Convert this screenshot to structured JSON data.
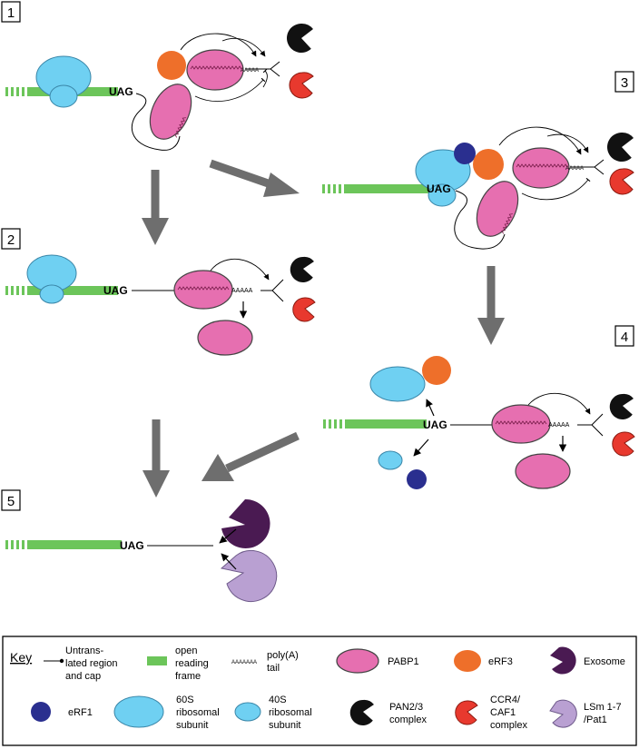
{
  "panels": [
    "1",
    "2",
    "3",
    "4",
    "5"
  ],
  "codon": "UAG",
  "polyA": "AAAAA",
  "colors": {
    "orf": "#6cc55a",
    "ribosome": "#6fd0f2",
    "pabp": "#e66fb0",
    "erf3": "#ee6f2a",
    "erf1": "#2a2f8f",
    "pan": "#111111",
    "ccr4": "#e8392e",
    "exosome": "#4a1a52",
    "lsm": "#b9a0d2",
    "arrow": "#6e6e6e"
  },
  "key": {
    "title": "Key",
    "items": [
      {
        "line1": "Untrans-",
        "line2": "lated region",
        "line3": "and cap"
      },
      {
        "line1": "open",
        "line2": "reading",
        "line3": "frame"
      },
      {
        "line1": "poly(A)",
        "line2": "tail",
        "glyph": "AAAAAAA"
      },
      {
        "line1": "PABP1"
      },
      {
        "line1": "eRF3"
      },
      {
        "line1": "Exosome"
      },
      {
        "line1": "eRF1"
      },
      {
        "line1": "60S",
        "line2": "ribosomal",
        "line3": "subunit"
      },
      {
        "line1": "40S",
        "line2": "ribosomal",
        "line3": "subunit"
      },
      {
        "line1": "PAN2/3",
        "line2": "complex"
      },
      {
        "line1": "CCR4/",
        "line2": "CAF1",
        "line3": "complex"
      },
      {
        "line1": "LSm 1-7",
        "line2": "/Pat1"
      }
    ]
  }
}
